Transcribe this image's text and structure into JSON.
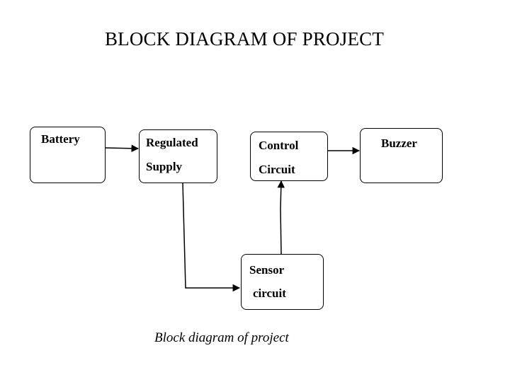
{
  "diagram": {
    "title": "BLOCK DIAGRAM OF PROJECT",
    "caption": "Block diagram of project",
    "blocks": {
      "battery": {
        "label": "Battery"
      },
      "regulated_supply": {
        "line1": "Regulated",
        "line2": "Supply"
      },
      "control_circuit": {
        "line1": "Control",
        "line2": "Circuit"
      },
      "buzzer": {
        "label": "Buzzer"
      },
      "sensor_circuit": {
        "line1": "Sensor",
        "line2": "circuit"
      }
    },
    "connections": [
      {
        "from": "Battery",
        "to": "Regulated Supply"
      },
      {
        "from": "Regulated Supply",
        "to": "Sensor circuit"
      },
      {
        "from": "Sensor circuit",
        "to": "Control Circuit"
      },
      {
        "from": "Control Circuit",
        "to": "Buzzer"
      }
    ]
  }
}
